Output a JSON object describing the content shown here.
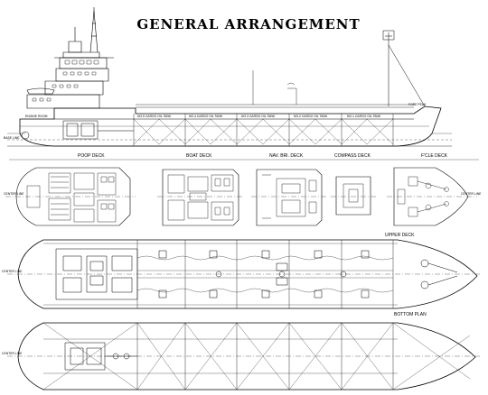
{
  "title": "GENERAL ARRANGEMENT",
  "view_labels": {
    "poop_deck": "POOP DECK",
    "boat_deck": "BOAT DECK",
    "nav_bri_deck": "NAV. BRI. DECK",
    "compass_deck": "COMPASS DECK",
    "fcle_deck": "F'CLE DECK",
    "upper_deck": "UPPER DECK",
    "bottom_plan": "BOTTOM PLAN"
  },
  "centerline_label": "CENTER LINE",
  "base_line_label": "BASE LINE",
  "cargo_tank_labels": [
    "NO.5 CARGO OIL TANK",
    "NO.4 CARGO OIL TANK",
    "NO.3 CARGO OIL TANK",
    "NO.2 CARGO OIL TANK",
    "NO.1 CARGO OIL TANK"
  ],
  "engine_room_label": "ENGINE ROOM",
  "fore_peak_label": "FORE PEAK"
}
